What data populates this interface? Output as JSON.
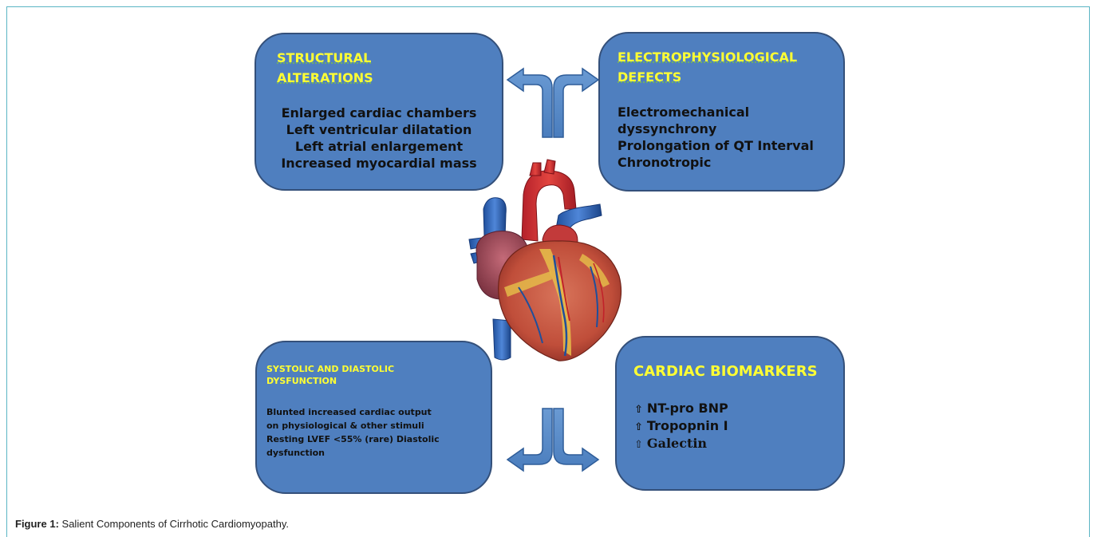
{
  "figure": {
    "caption_label": "Figure 1:",
    "caption_text": "Salient Components of Cirrhotic Cardiomyopathy."
  },
  "boxes": {
    "structural": {
      "title": "STRUCTURAL ALTERATIONS",
      "lines": [
        "Enlarged cardiac chambers",
        "Left ventricular dilatation",
        "Left atrial enlargement",
        "Increased myocardial mass"
      ]
    },
    "electrophysiological": {
      "title": "ELECTROPHYSIOLOGICAL DEFECTS",
      "lines": [
        "Electromechanical",
        "dyssynchrony",
        "Prolongation of QT Interval",
        "Chronotropic"
      ]
    },
    "systolic": {
      "title": "SYSTOLIC AND DIASTOLIC DYSFUNCTION",
      "lines": [
        "Blunted increased cardiac output",
        "on physiological  & other stimuli",
        "Resting LVEF <55% (rare) Diastolic",
        "dysfunction"
      ]
    },
    "biomarkers": {
      "title": "CARDIAC BIOMARKERS",
      "arrow_symbol": "⇧",
      "lines": [
        "NT-pro BNP",
        "Tropopnin I",
        "Galectin"
      ]
    }
  },
  "colors": {
    "box_fill": "#4f7fbf",
    "box_border": "#34507a",
    "title_text": "#ffff33",
    "frame_border": "#5bb5c4"
  },
  "icons": [
    "double-arrow-top-icon",
    "double-arrow-bottom-icon",
    "heart-illustration"
  ]
}
